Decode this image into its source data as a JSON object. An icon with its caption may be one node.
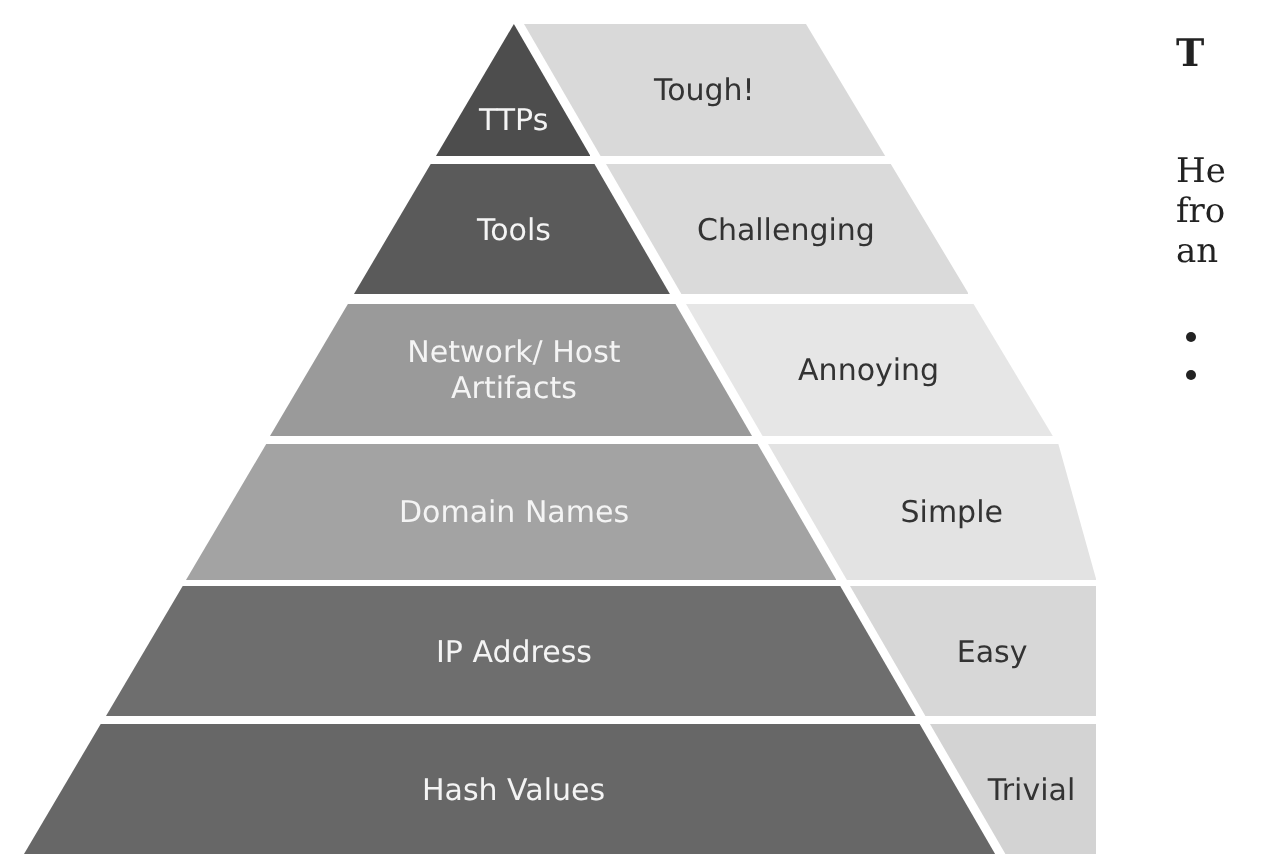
{
  "diagram": {
    "nodes": [
      {
        "text": [
          "TTPs"
        ]
      },
      {
        "text": [
          "Tough!"
        ]
      },
      {
        "text": [
          "Tools"
        ]
      },
      {
        "text": [
          "Challenging"
        ]
      },
      {
        "text": [
          "Network/ Host Artifacts"
        ]
      },
      {
        "text": [
          "Annoying"
        ]
      },
      {
        "text": [
          "Domain Names"
        ]
      },
      {
        "text": [
          "Simple"
        ]
      },
      {
        "text": [
          "IP Address"
        ]
      },
      {
        "text": [
          "Easy"
        ]
      },
      {
        "text": [
          "Hash Values"
        ]
      },
      {
        "text": [
          "Trivial"
        ]
      }
    ],
    "labels": [
      "T",
      "He",
      "fro",
      "an"
    ]
  }
}
